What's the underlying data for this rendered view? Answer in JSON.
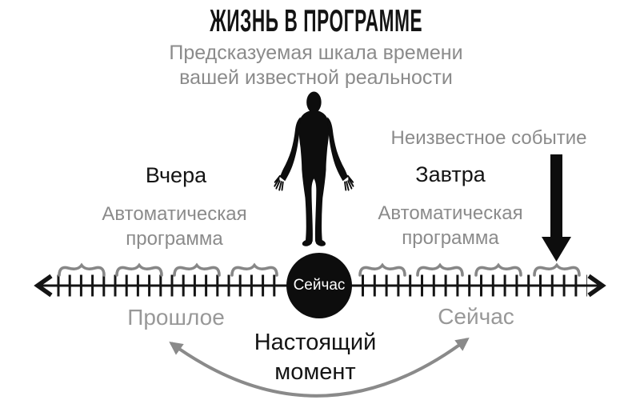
{
  "header": {
    "title": "ЖИЗНЬ В ПРОГРАММЕ",
    "subtitle_line1": "Предсказуемая шкала времени",
    "subtitle_line2": "вашей известной реальности"
  },
  "left_block": {
    "label": "Вчера",
    "program_line1": "Автоматическая",
    "program_line2": "программа"
  },
  "right_block": {
    "label": "Завтра",
    "program_line1": "Автоматическая",
    "program_line2": "программа"
  },
  "unknown_event": {
    "label": "Неизвестное событие"
  },
  "timeline": {
    "now_marker": "Сейчас",
    "past_label": "Прошлое",
    "now_label": "Сейчас"
  },
  "present_moment": {
    "line1": "Настоящий",
    "line2": "момент"
  },
  "icons": {
    "person": "person-silhouette-icon",
    "event_arrow": "down-arrow-icon",
    "brace": "segment-brace-icon",
    "loop_arrow": "curved-return-arrow-icon",
    "axis_left_arrow": "axis-arrow-left-icon",
    "axis_right_arrow": "axis-arrow-right-icon"
  },
  "colors": {
    "background": "#ffffff",
    "black": "#141414",
    "gray_text": "#8b8b8b",
    "light_gray_text": "#989898",
    "graphic_gray": "#878787",
    "now_badge_bg": "#0d0d0d",
    "now_badge_text": "#ffffff"
  }
}
